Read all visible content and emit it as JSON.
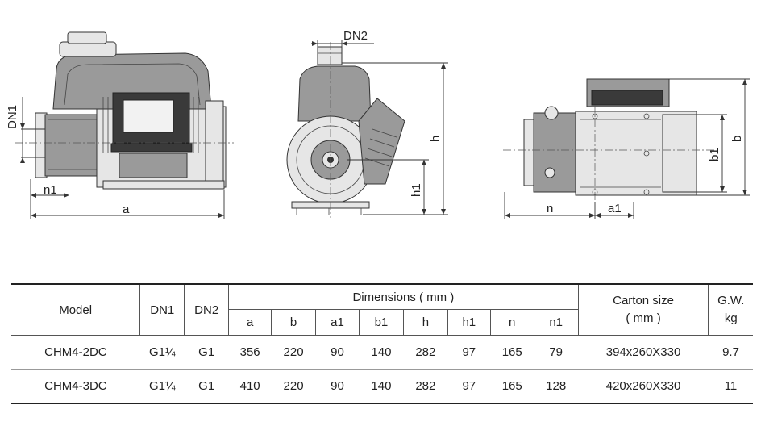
{
  "drawing_labels": {
    "dn1": "DN1",
    "n1": "n1",
    "a": "a",
    "dn2": "DN2",
    "h": "h",
    "h1": "h1",
    "n": "n",
    "a1": "a1",
    "b1": "b1",
    "b": "b"
  },
  "table": {
    "model_header": "Model",
    "dn1_header": "DN1",
    "dn2_header": "DN2",
    "dimensions_header": "Dimensions ( mm )",
    "dimension_columns": [
      "a",
      "b",
      "a1",
      "b1",
      "h",
      "h1",
      "n",
      "n1"
    ],
    "carton_header_line1": "Carton size",
    "carton_header_line2": "( mm )",
    "gw_header_line1": "G.W.",
    "gw_header_line2": "kg",
    "rows": [
      {
        "model": "CHM4-2DC",
        "dn1": "G1¼",
        "dn2": "G1",
        "a": "356",
        "b": "220",
        "a1": "90",
        "b1": "140",
        "h": "282",
        "h1": "97",
        "n": "165",
        "n1": "79",
        "carton": "394x260X330",
        "gw": "9.7"
      },
      {
        "model": "CHM4-3DC",
        "dn1": "G1¼",
        "dn2": "G1",
        "a": "410",
        "b": "220",
        "a1": "90",
        "b1": "140",
        "h": "282",
        "h1": "97",
        "n": "165",
        "n1": "128",
        "carton": "420x260X330",
        "gw": "11"
      }
    ]
  }
}
